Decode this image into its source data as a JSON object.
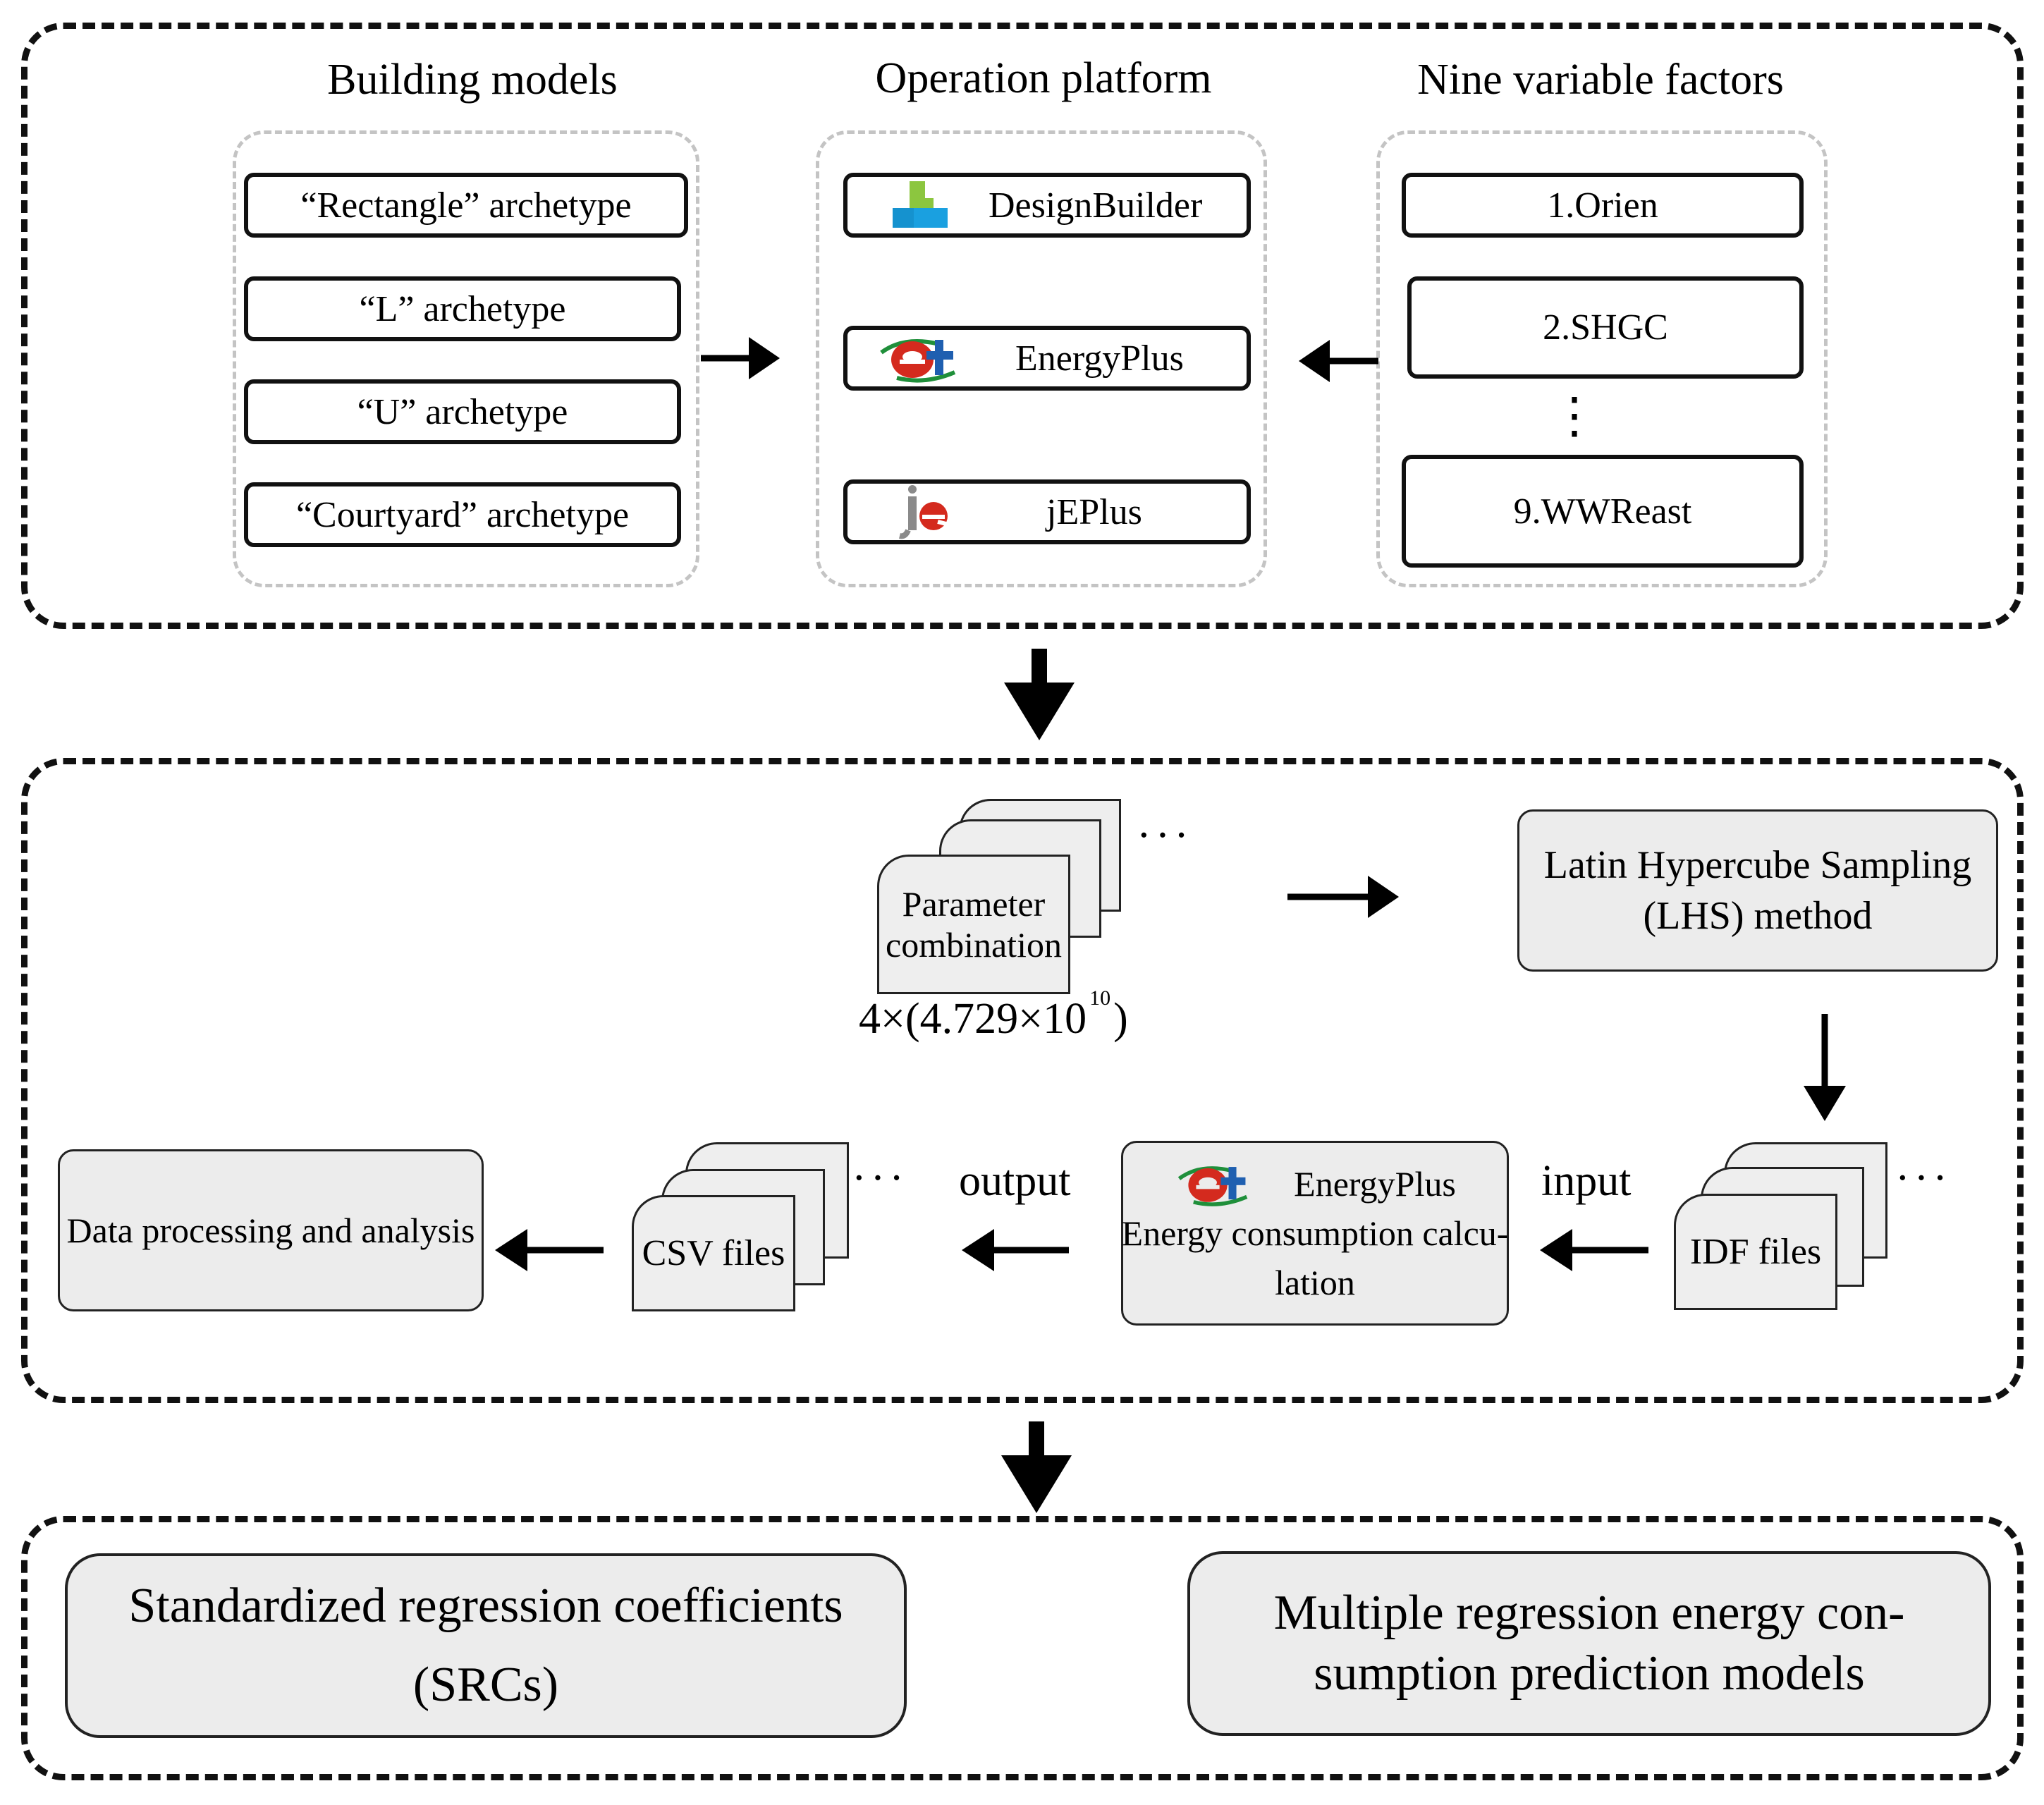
{
  "top": {
    "building_models": {
      "heading": "Building models",
      "items": [
        "“Rectangle” archetype",
        "“L” archetype",
        "“U” archetype",
        "“Courtyard” archetype"
      ]
    },
    "operation_platform": {
      "heading": "Operation platform",
      "items": [
        {
          "label": "DesignBuilder",
          "icon": "designbuilder-logo-icon"
        },
        {
          "label": "EnergyPlus",
          "icon": "energyplus-logo-icon"
        },
        {
          "label": "jEPlus",
          "icon": "jeplus-logo-icon"
        }
      ]
    },
    "variable_factors": {
      "heading": "Nine variable factors",
      "items": [
        "1.Orien",
        "2.SHGC",
        "9.WWReast"
      ],
      "ellipsis": "⋮"
    }
  },
  "middle": {
    "parameter": {
      "card_label_line1": "Parameter",
      "card_label_line2": "combination",
      "count_base": "4×(4.729×10",
      "count_exponent": "10",
      "count_close": ")",
      "ellipsis": "···"
    },
    "lhs": {
      "line1": "Latin Hypercube Sampling",
      "line2": "(LHS) method"
    },
    "idf": {
      "label": "IDF files",
      "ellipsis": "···"
    },
    "input_label": "input",
    "energyplus_calc": {
      "title": "EnergyPlus",
      "line1": "Energy consumption calcu-",
      "line2": "lation"
    },
    "output_label": "output",
    "csv": {
      "label": "CSV files",
      "ellipsis": "···"
    },
    "analysis": {
      "label": "Data processing and analysis"
    }
  },
  "bottom": {
    "src": {
      "line1": "Standardized regression coefficients",
      "line2": "(SRCs)"
    },
    "models": {
      "line1": "Multiple regression energy con-",
      "line2": "sumption prediction models"
    }
  },
  "colors": {
    "section_border": "#111111",
    "group_border": "#c4c4c4",
    "grey_fill": "#ececec",
    "energyplus_red": "#d42a1e",
    "energyplus_green": "#1f8f3a",
    "energyplus_blue": "#1f5fb0",
    "designbuilder_blue": "#1aa0e0",
    "designbuilder_green": "#8cc63f"
  }
}
